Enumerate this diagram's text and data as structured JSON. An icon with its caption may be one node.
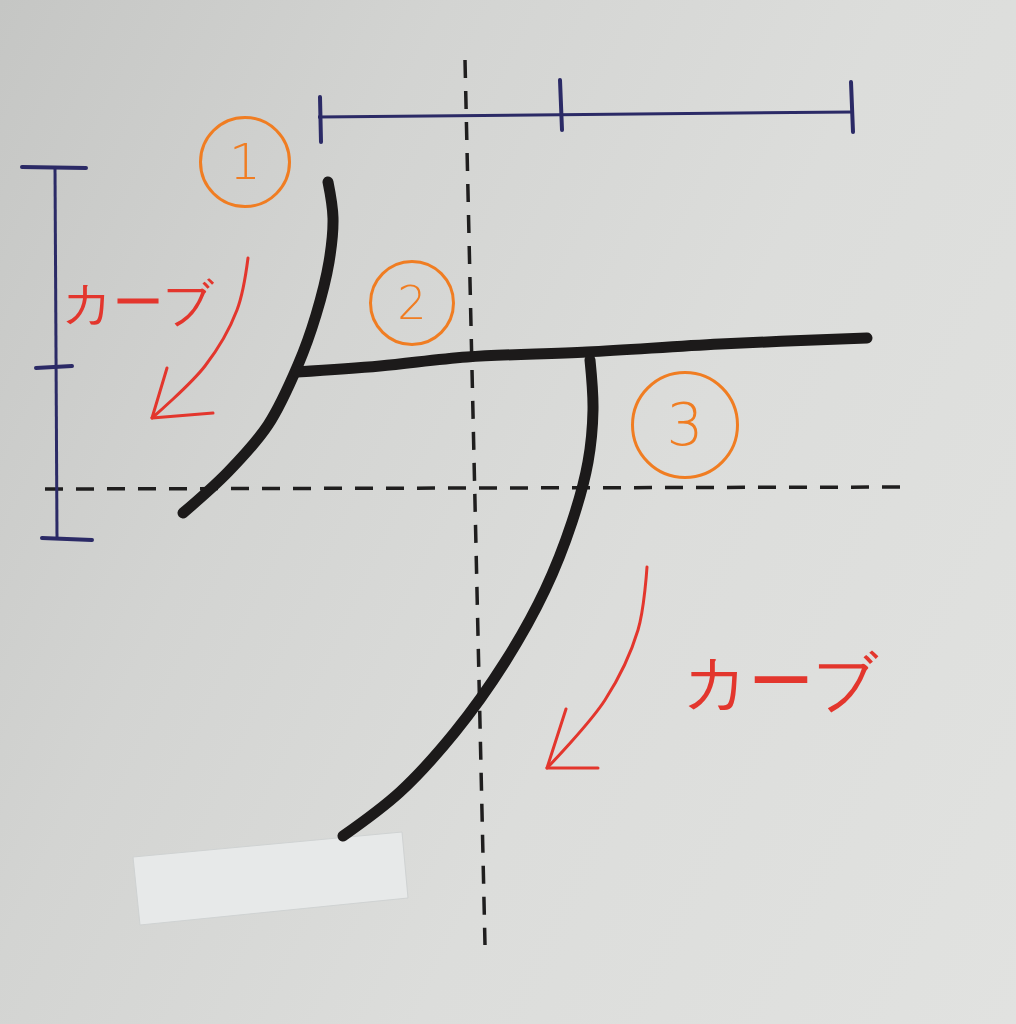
{
  "diagram": {
    "nodes": [
      {
        "text": [
          "1"
        ]
      },
      {
        "text": [
          "2"
        ]
      },
      {
        "text": [
          "3"
        ]
      }
    ],
    "labels": [
      "カーブ",
      "カーブ"
    ]
  }
}
